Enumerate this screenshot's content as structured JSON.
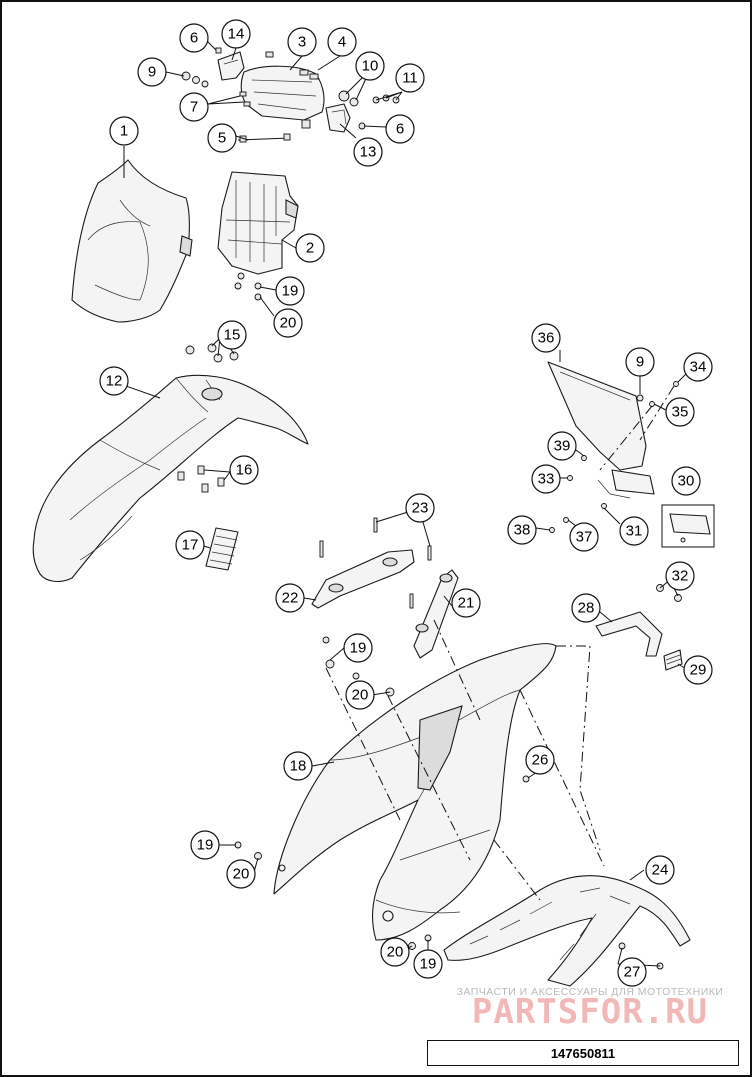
{
  "diagram": {
    "callouts": [
      "1",
      "2",
      "3",
      "4",
      "5",
      "6",
      "6",
      "7",
      "9",
      "9",
      "10",
      "11",
      "12",
      "13",
      "14",
      "15",
      "16",
      "17",
      "18",
      "19",
      "19",
      "19",
      "19",
      "20",
      "20",
      "20",
      "20",
      "21",
      "22",
      "23",
      "24",
      "26",
      "27",
      "28",
      "29",
      "30",
      "31",
      "32",
      "33",
      "34",
      "35",
      "36",
      "37",
      "38",
      "39"
    ]
  },
  "watermark": {
    "tagline": "ЗАПЧАСТИ И АКСЕССУАРЫ ДЛЯ МОТОТЕХНИКИ",
    "brand": "PARTSFOR.RU"
  },
  "footer": {
    "diagram_code": "147650811"
  }
}
